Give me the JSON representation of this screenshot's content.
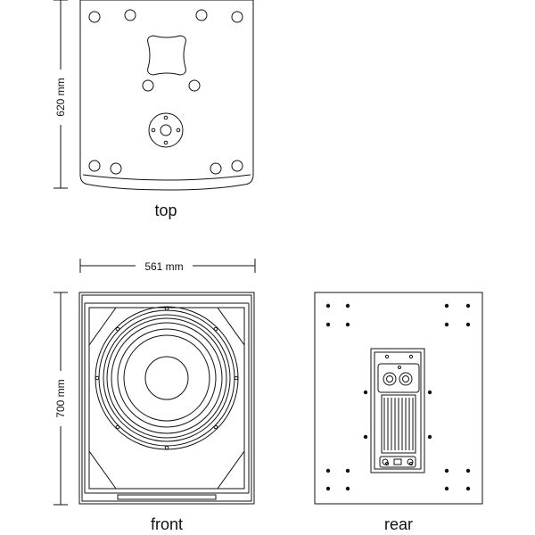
{
  "views": {
    "top_label": "top",
    "front_label": "front",
    "rear_label": "rear"
  },
  "dimensions": {
    "depth": "620 mm",
    "width": "561 mm",
    "height": "700 mm"
  },
  "colors": {
    "line": "#111111",
    "background": "#ffffff"
  }
}
